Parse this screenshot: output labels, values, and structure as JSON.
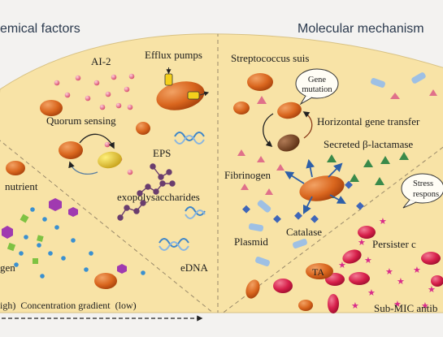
{
  "headers": {
    "left": "emical factors",
    "right": "Molecular mechanism"
  },
  "labels": {
    "ai2": "AI-2",
    "efflux": "Efflux pumps",
    "quorum": "Quorum sensing",
    "eps": "EPS",
    "exopoly": "exopolysaccharides",
    "edna": "eDNA",
    "nutrient": "nutrient",
    "gen": "gen",
    "gradient": "igh)  Concentration gradient  (low)",
    "strep": "Streptococcus suis",
    "gene_mut_1": "Gene",
    "gene_mut_2": "mutation",
    "hgt": "Horizontal gene transfer",
    "lactamase": "Secreted β-lactamase",
    "fibrinogen": "Fibrinogen",
    "catalase": "Catalase",
    "plasmid": "Plasmid",
    "stress_1": "Stress",
    "stress_2": "respons",
    "persister": "Persister c",
    "ta": "TA",
    "submic": "Sub-MIC antib"
  },
  "colors": {
    "background": "#f3f2f0",
    "biofilm": "#f8e3a6",
    "divider": "#9a8a6a",
    "bacterium": "#d9661e",
    "persister": "#d61f4a",
    "ai2": "#e86a86",
    "edna": "#3f86c8",
    "lactamase": "#3a8a4a",
    "fibrinogen": "#e0708a",
    "catalase": "#3f66b8",
    "plasmid": "#9ec0e4",
    "polysaccharide": "#6a3d6e",
    "star": "#d92b8a"
  }
}
